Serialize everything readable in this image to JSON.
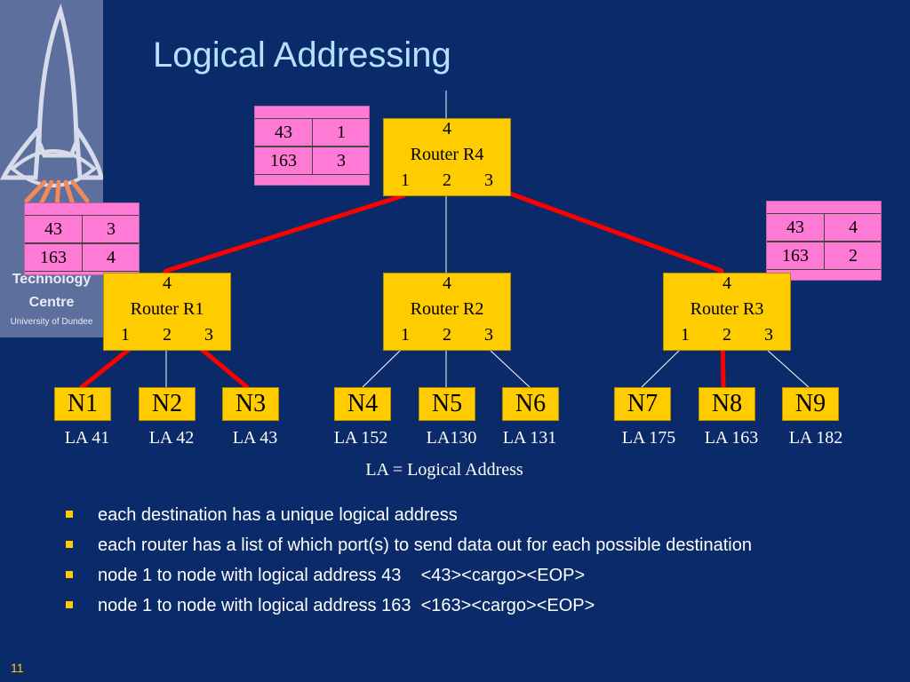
{
  "slide": {
    "title": "Logical Addressing",
    "number": "11"
  },
  "logo": {
    "text_line1": "Technology",
    "text_line2": "Centre",
    "text_line3": "University of Dundee",
    "icon": "rocket-icon"
  },
  "routers": [
    {
      "name": "Router R4",
      "top_port": "4",
      "bottom_ports": [
        "1",
        "2",
        "3"
      ]
    },
    {
      "name": "Router R1",
      "top_port": "4",
      "bottom_ports": [
        "1",
        "2",
        "3"
      ]
    },
    {
      "name": "Router R2",
      "top_port": "4",
      "bottom_ports": [
        "1",
        "2",
        "3"
      ]
    },
    {
      "name": "Router R3",
      "top_port": "4",
      "bottom_ports": [
        "1",
        "2",
        "3"
      ]
    }
  ],
  "routing_tables": [
    {
      "router": "Router R4",
      "rows": [
        {
          "address": "43",
          "port": "1"
        },
        {
          "address": "163",
          "port": "3"
        }
      ]
    },
    {
      "router": "Router R1",
      "rows": [
        {
          "address": "43",
          "port": "3"
        },
        {
          "address": "163",
          "port": "4"
        }
      ]
    },
    {
      "router": "Router R3",
      "rows": [
        {
          "address": "43",
          "port": "4"
        },
        {
          "address": "163",
          "port": "2"
        }
      ]
    }
  ],
  "nodes": [
    {
      "label": "N1",
      "la": "LA 41"
    },
    {
      "label": "N2",
      "la": "LA 42"
    },
    {
      "label": "N3",
      "la": "LA 43"
    },
    {
      "label": "N4",
      "la": "LA 152"
    },
    {
      "label": "N5",
      "la": "LA130"
    },
    {
      "label": "N6",
      "la": "LA 131"
    },
    {
      "label": "N7",
      "la": "LA 175"
    },
    {
      "label": "N8",
      "la": "LA 163"
    },
    {
      "label": "N9",
      "la": "LA 182"
    }
  ],
  "legend": "LA = Logical Address",
  "bullets": [
    "each destination has a unique logical address",
    "each router has a list of which port(s) to send data out for each possible destination",
    "node 1 to node with logical address 43    <43><cargo><EOP>",
    "node 1 to node with logical address 163  <163><cargo><EOP>"
  ],
  "colors": {
    "background": "#0a2a69",
    "title": "#b3e1ff",
    "router_fill": "#ffcc00",
    "node_fill": "#ffcc00",
    "table_fill": "#ff7ad4",
    "path": "#ff0000",
    "link": "#ffffff",
    "bullet": "#ffcc00"
  }
}
